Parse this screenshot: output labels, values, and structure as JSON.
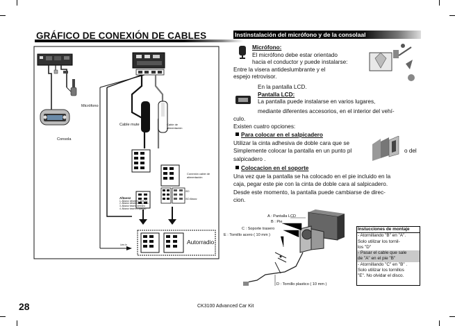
{
  "left": {
    "title": "GRÁFICO DE CONEXIÓN DE CABLES",
    "labels": {
      "microfono": "Micrófono",
      "consola": "Consola",
      "cable_mute": "Cable mute",
      "cable_alimentacion": "Cable de alimentación",
      "conexion_cable": "Conexión cable de alimentación",
      "iso": "ISO",
      "altavoz_iso": "ISO Altavoz",
      "altavoz_1": "Altavoz",
      "altavoz_2": "1. Altavoz delantero derecho",
      "altavoz_3": "2. Altavoz delantero izquierdo",
      "altavoz_4": "3. Altavoz trasero derecho",
      "altavoz_5": "4. Altavoz trasero izquierdo",
      "line_in": "Line-In",
      "autorradio": "Autorradio"
    }
  },
  "right": {
    "header": "Instinstalación del micrófono y de la consolaal",
    "mic_title": "Micrófono:",
    "mic_l1": "El micrófono debe estar orientado",
    "mic_l2": "hacia el conductor y puede instalarse:",
    "mic_l3": "Entre la visera antideslumbrante y el",
    "mic_l4": "espejo retrovisor.",
    "lcd_l0": "En la pantalla LCD.",
    "lcd_title": "Pantalla LCD:",
    "lcd_l1": "La pantalla puede instalarse en varios lugares,",
    "lcd_l2": "mediante diferentes accesorios, en el interior del vehí-",
    "lcd_l3": "culo.",
    "opts": "Existen cuatro opciones:",
    "opt1_title": "Para colocar en el salpicadero",
    "opt1_l1": "Utilizar la cinta adhesiva de doble cara que se",
    "opt1_l2a": "Simplemente colocar la pantalla en un punto pl",
    "opt1_l2b": "o del",
    "opt1_l3": "salpicadero .",
    "opt2_title": "Colocacion en el soporte",
    "opt2_l1": "Una vez que la pantalla se ha colocado en el pie incluido en la",
    "opt2_l2": "caja, pegar este pie con la cinta de doble cara al salpicadero.",
    "opt2_l3": "Desde este momento, la pantalla puede cambiarse de direc-",
    "opt2_l4": "cion.",
    "diagram": {
      "a": "A : Pantalla LCD",
      "b": "B : Pie",
      "c": "C : Soporte trasero",
      "e": "E : Tornillo acero ( 10 mm )",
      "d": "D : Tornillo plastico ( 10 mm )"
    },
    "montaje": {
      "title": "Instucciones de montaje",
      "l1": "- Atornillando \"B\" en \"A\".",
      "l2": "Solo utilizar los tornil-",
      "l3": "los \"D\"",
      "l4": "- Pasar el cable que sale",
      "l5": "de \"A\" en el pie \"B\"",
      "l6": "- Atornillando \"C\" en \"B\" .",
      "l7": "Solo utilizar los tornillos",
      "l8": "\"E\". No olvidar el disco."
    }
  },
  "footer": {
    "page_number": "28",
    "title": "CK3100 Advanced Car Kit"
  }
}
